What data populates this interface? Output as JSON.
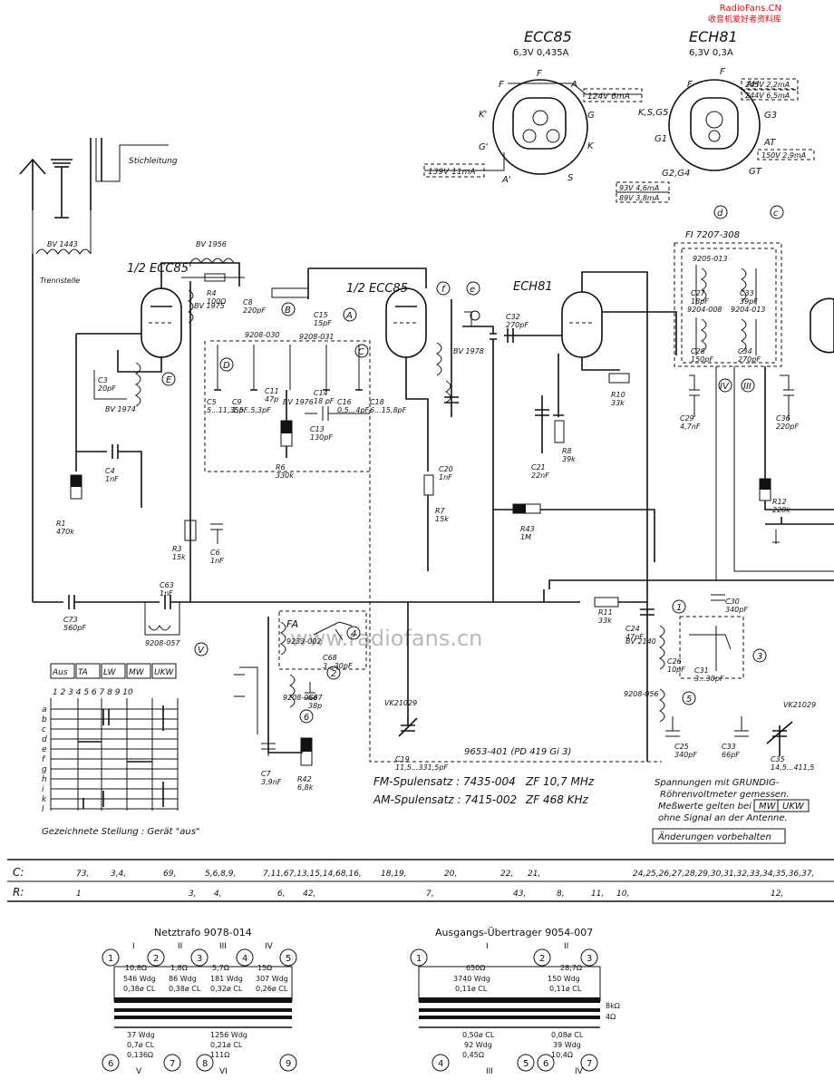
{
  "watermark": {
    "site": "RadioFans.CN",
    "tagline": "收音机爱好者资料库",
    "center": "www.radiofans.cn"
  },
  "tubes": {
    "ecc85": {
      "name": "ECC85",
      "rating": "6,3V 0,435A",
      "pins": [
        "F",
        "F",
        "A",
        "G",
        "K",
        "S",
        "A'",
        "G'",
        "K'"
      ],
      "voltages": [
        "124V 6mA",
        "139V 11mA"
      ]
    },
    "ech81": {
      "name": "ECH81",
      "rating": "6,3V 0,3A",
      "pins": [
        "F",
        "F",
        "AH",
        "G3",
        "AT",
        "GT",
        "G2,G4",
        "G1",
        "K,S,G5"
      ],
      "voltages": [
        "245V 2,2mA",
        "244V 6,5mA",
        "150V 2,9mA",
        "93V 4,6mA",
        "89V 3,8mA"
      ]
    }
  },
  "antenna": {
    "stub": "Stichleitung",
    "bv": "BV 1443",
    "splitter": "Trennstelle"
  },
  "labels": {
    "v1": "1/2 ECC85'",
    "v2": "1/2 ECC85",
    "v3": "ECH81",
    "fi": "FI  7207-308",
    "fa": "FA",
    "fa_part": "9233-002",
    "vk1": "VK21029",
    "vk2": "VK21029",
    "coilbox": "9653-401 (PD 419 Gi 3)",
    "bv1956": "BV 1956",
    "bv1975": "BV\n1975",
    "bv1974": "BV\n1974",
    "bv1976": "BV\n1976",
    "bv1978": "BV\n1978",
    "bv2140": "BV\n2140",
    "p9208_030": "9208-030",
    "p9208_031": "9208-031",
    "p9208_057": "9208-057",
    "p9208_058": "9208-058",
    "p9208_056": "9208-056",
    "p9205_013": "9205-013",
    "p9204_008": "9204-008",
    "p9204_013": "9204-013"
  },
  "components": [
    {
      "id": "R4",
      "v": "100Ω"
    },
    {
      "id": "C8",
      "v": "220pF"
    },
    {
      "id": "C15",
      "v": "15pF"
    },
    {
      "id": "C32",
      "v": "270pF"
    },
    {
      "id": "C3",
      "v": "20pF"
    },
    {
      "id": "C4",
      "v": "1nF"
    },
    {
      "id": "R1",
      "v": "470k"
    },
    {
      "id": "C5",
      "v": "5...11,35pF"
    },
    {
      "id": "C9",
      "v": "1,5...5,3pF"
    },
    {
      "id": "C11",
      "v": "47p"
    },
    {
      "id": "C14",
      "v": "18 pF"
    },
    {
      "id": "C16",
      "v": "0,5...4pF"
    },
    {
      "id": "C18",
      "v": "6...15,8pF"
    },
    {
      "id": "C13",
      "v": "130pF"
    },
    {
      "id": "R6",
      "v": "330k"
    },
    {
      "id": "C20",
      "v": "1nF"
    },
    {
      "id": "R7",
      "v": "15k"
    },
    {
      "id": "R10",
      "v": "33k"
    },
    {
      "id": "R8",
      "v": "39k"
    },
    {
      "id": "C21",
      "v": "22nF"
    },
    {
      "id": "R43",
      "v": "1M"
    },
    {
      "id": "R3",
      "v": "15k"
    },
    {
      "id": "C6",
      "v": "1nF"
    },
    {
      "id": "C63",
      "v": "1nF"
    },
    {
      "id": "C73",
      "v": "560pF"
    },
    {
      "id": "C68",
      "v": "3...30pF"
    },
    {
      "id": "C67",
      "v": "38p"
    },
    {
      "id": "C7",
      "v": "3,9nF"
    },
    {
      "id": "R42",
      "v": "6,8k"
    },
    {
      "id": "C19",
      "v": "11,5...331,5pF"
    },
    {
      "id": "R11",
      "v": "33k"
    },
    {
      "id": "C24",
      "v": "47pF"
    },
    {
      "id": "C26",
      "v": "10pF"
    },
    {
      "id": "C25",
      "v": "340pF"
    },
    {
      "id": "C30",
      "v": "340pF"
    },
    {
      "id": "C31",
      "v": "3...30pF"
    },
    {
      "id": "C33",
      "v": "66pF"
    },
    {
      "id": "C35",
      "v": "14,5...411,5"
    },
    {
      "id": "C27",
      "v": "18pF"
    },
    {
      "id": "C28",
      "v": "150pF"
    },
    {
      "id": "C33b",
      "v": "39pF"
    },
    {
      "id": "C34",
      "v": "270pF"
    },
    {
      "id": "C29",
      "v": "4,7nF"
    },
    {
      "id": "C36",
      "v": "220pF"
    },
    {
      "id": "R12",
      "v": "220k"
    }
  ],
  "switch_table": {
    "headers": [
      "Aus",
      "TA",
      "LW",
      "MW",
      "UKW"
    ],
    "rows": [
      "a",
      "b",
      "c",
      "d",
      "e",
      "f",
      "g",
      "h",
      "i",
      "k",
      "l"
    ],
    "numbers": "1 2 3 4 5 6 7 8 9 10",
    "caption": "Gezeichnete Stellung : Gerät \"aus\""
  },
  "coil_sets": {
    "fm": "FM-Spulensatz : 7435-004",
    "fm_if": "ZF 10,7 MHz",
    "am": "AM-Spulensatz : 7415-002",
    "am_if": "ZF 468 KHz"
  },
  "notes": {
    "line1": "Spannungen mit GRUNDIG-",
    "line2": "Röhrenvoltmeter gemessen.",
    "line3": "Meßwerte gelten bei",
    "mw": "MW",
    "ukw": "UKW",
    "line4": "ohne Signal an der Antenne.",
    "change": "Änderungen vorbehalten"
  },
  "index": {
    "c_label": "C:",
    "c_values": [
      "73,",
      "3,4,",
      "69,",
      "5,6,8,9,",
      "7,11,67,13,15,14,68,16,",
      "18,19,",
      "20,",
      "22,",
      "21,",
      "24,25,26,27,28,29,30,31,32,33,34,35,36,37,"
    ],
    "r_label": "R:",
    "r_values": [
      "1",
      "3,",
      "4,",
      "6,",
      "42,",
      "7,",
      "43,",
      "8,",
      "11,",
      "10,",
      "12,"
    ]
  },
  "netztrafo": {
    "title": "Netztrafo 9078-014",
    "sections": [
      "I",
      "II",
      "III",
      "IV"
    ],
    "primary": [
      {
        "ohm": "10,8Ω",
        "wdg": "546 Wdg",
        "cl": "0,38ø CL"
      },
      {
        "ohm": "1,8Ω",
        "wdg": "86 Wdg",
        "cl": "0,38ø CL"
      },
      {
        "ohm": "5,7Ω",
        "wdg": "181 Wdg",
        "cl": "0,32ø CL"
      },
      {
        "ohm": "15Ω",
        "wdg": "307 Wdg",
        "cl": "0,26ø CL"
      }
    ],
    "secondary": [
      {
        "wdg": "37 Wdg",
        "cl": "0,7ø CL",
        "ohm": "0,136Ω",
        "sec": "V"
      },
      {
        "wdg": "1256 Wdg",
        "cl": "0,21ø CL",
        "ohm": "111Ω",
        "sec": "VI"
      }
    ],
    "pins": [
      "1",
      "2",
      "3",
      "4",
      "5",
      "6",
      "7",
      "8",
      "9"
    ]
  },
  "ausgang": {
    "title": "Ausgangs-Übertrager 9054-007",
    "sections": [
      "I",
      "II"
    ],
    "primary": [
      {
        "ohm": "650Ω",
        "wdg": "3740 Wdg",
        "cl": "0,11ø CL"
      },
      {
        "ohm": "28,7Ω",
        "wdg": "150 Wdg",
        "cl": "0,11ø CL"
      }
    ],
    "secondary": [
      {
        "cl": "0,50ø CL",
        "wdg": "92 Wdg",
        "ohm": "0,45Ω",
        "sec": "III"
      },
      {
        "cl": "0,08ø CL",
        "wdg": "39 Wdg",
        "ohm": "10,4Ω",
        "sec": "IV"
      }
    ],
    "imp": [
      "8kΩ",
      "4Ω"
    ],
    "pins": [
      "1",
      "2",
      "3",
      "4",
      "5",
      "6",
      "7"
    ]
  }
}
